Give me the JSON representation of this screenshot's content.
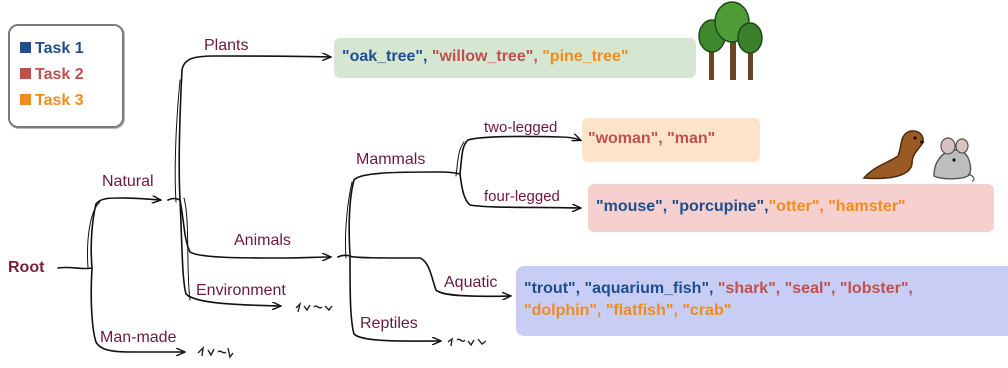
{
  "colors": {
    "task1": "#1f4e8c",
    "task2": "#c0504d",
    "task3": "#f08c1e",
    "label": "#6b1a3d",
    "plants_box": "#d5e7d2",
    "bipeds_box": "#fde4c8",
    "quadrupeds_box": "#f6cfcf",
    "aquatic_box": "#c7cdf5"
  },
  "legend": {
    "task1": "Task 1",
    "task2": "Task 2",
    "task3": "Task 3"
  },
  "tree": {
    "root": "Root",
    "natural": "Natural",
    "man_made": "Man-made",
    "plants": "Plants",
    "animals": "Animals",
    "environment": "Environment",
    "mammals": "Mammals",
    "aquatic": "Aquatic",
    "reptiles": "Reptiles",
    "two_legged": "two-legged",
    "four_legged": "four-legged"
  },
  "leaves": {
    "plants": [
      {
        "text": "\"oak_tree\", ",
        "task": "t1"
      },
      {
        "text": "\"willow_tree\", ",
        "task": "t2"
      },
      {
        "text": "\"pine_tree\"",
        "task": "t3"
      }
    ],
    "two_legged": [
      {
        "text": "\"woman\", \"man\"",
        "task": "t2"
      }
    ],
    "four_legged": [
      {
        "text": "\"mouse\", \"porcupine\",",
        "task": "t1"
      },
      {
        "text": "\"otter\", \"hamster\"",
        "task": "t3"
      }
    ],
    "aquatic_line1": [
      {
        "text": "\"trout\", \"aquarium_fish\",  ",
        "task": "t1"
      },
      {
        "text": "\"shark\", \"seal\", \"lobster\",",
        "task": "t2"
      }
    ],
    "aquatic_line2": [
      {
        "text": "\"dolphin\", \"flatfish\", \"crab\"",
        "task": "t3"
      }
    ]
  },
  "icons": {
    "trees": "trees-illustration",
    "otter": "otter-illustration",
    "mouse": "mouse-illustration",
    "ellipsis": "scribble-ellipsis"
  }
}
